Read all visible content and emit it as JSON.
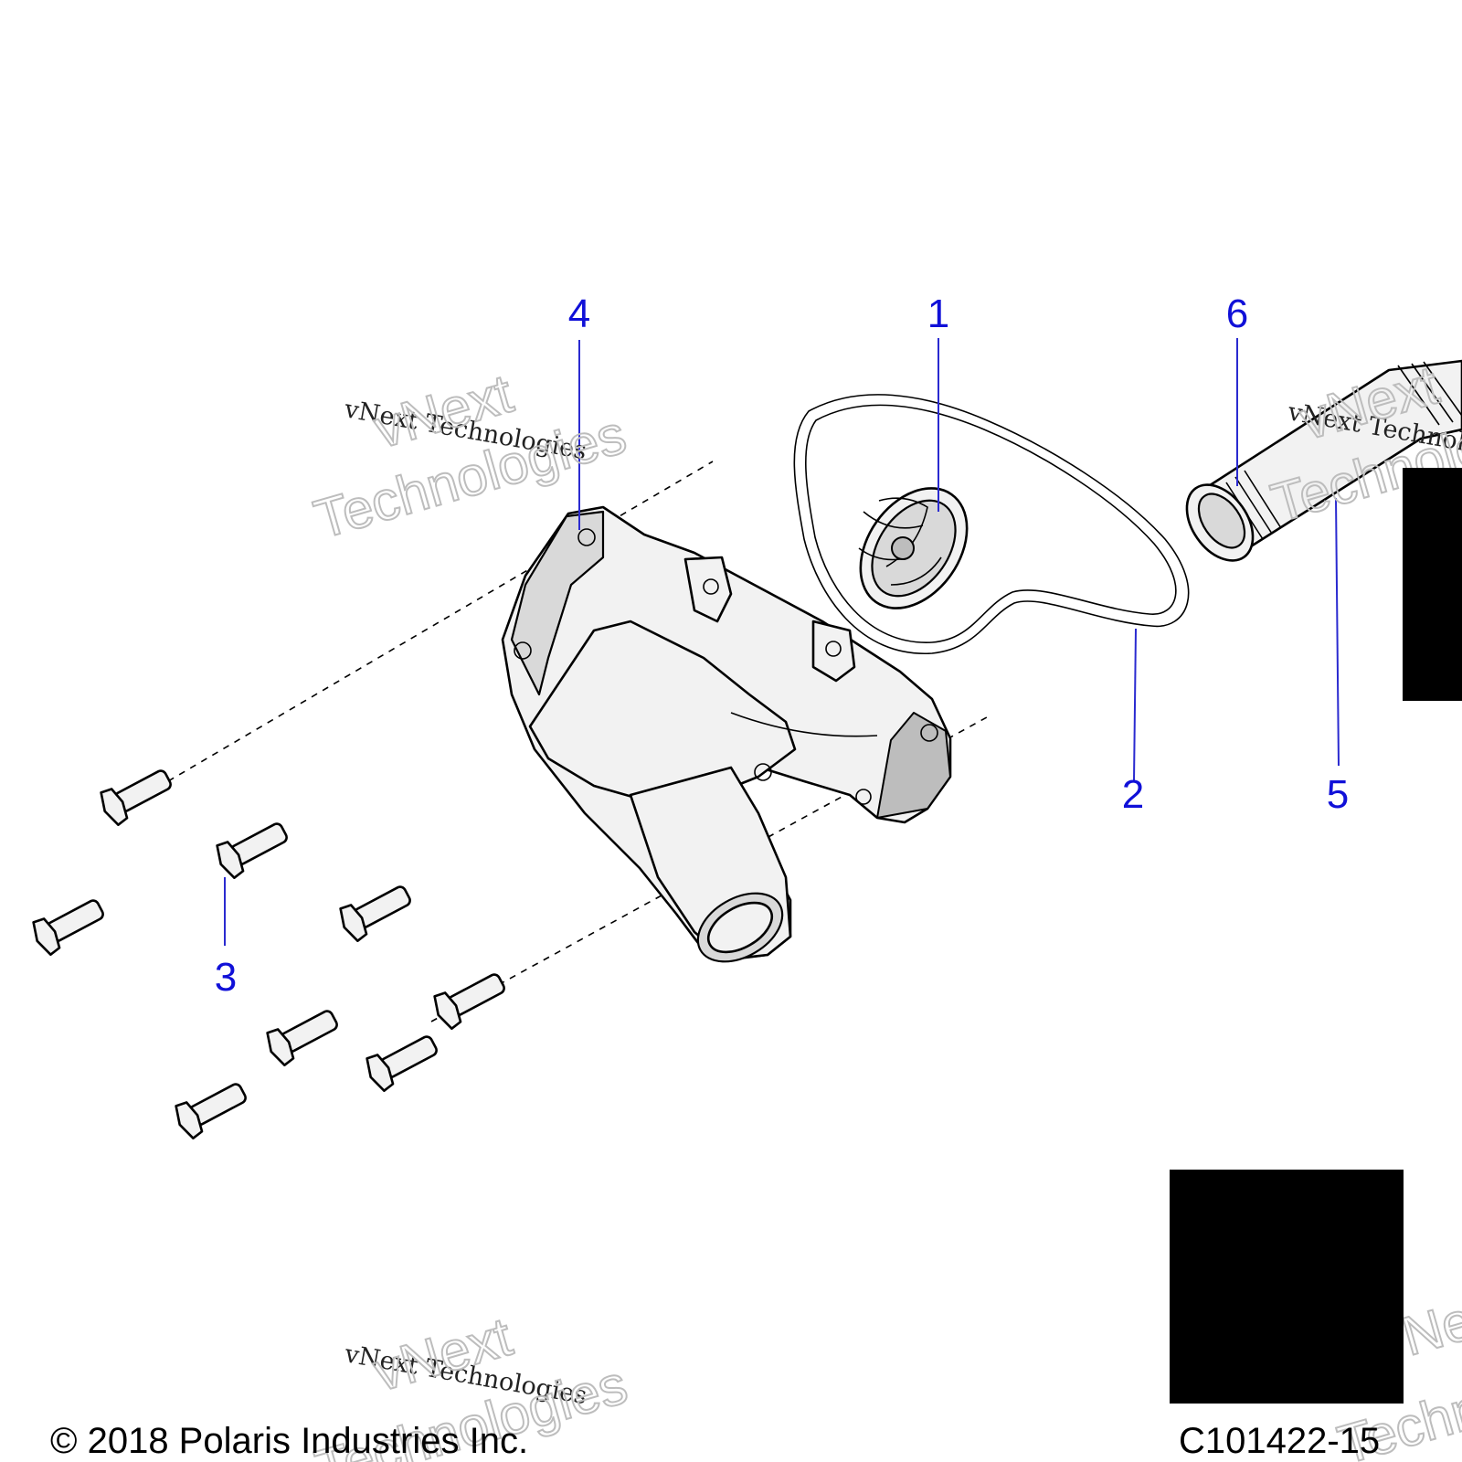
{
  "callouts": [
    {
      "number": "1"
    },
    {
      "number": "2"
    },
    {
      "number": "3"
    },
    {
      "number": "4"
    },
    {
      "number": "5"
    },
    {
      "number": "6"
    }
  ],
  "watermark": {
    "serif_text": "vNext Technologies",
    "big_line1": "vNext",
    "big_line2": "Technologies"
  },
  "footer": {
    "copyright": "© 2018 Polaris Industries Inc.",
    "figure_code": "C101422-15"
  },
  "colors": {
    "callout": "#1010d8",
    "redaction": "#000000"
  }
}
